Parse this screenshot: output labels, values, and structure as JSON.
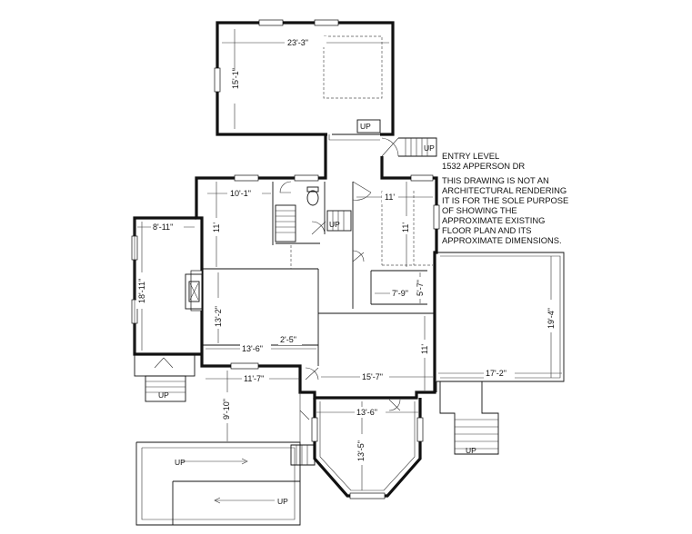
{
  "title_block": {
    "level": "ENTRY LEVEL",
    "address": "1532 APPERSON DR",
    "note_lines": [
      "THIS DRAWING IS NOT AN",
      "ARCHITECTURAL RENDERING",
      "IT IS FOR THE SOLE PURPOSE",
      "OF SHOWING THE",
      "APPROXIMATE EXISTING",
      "FLOOR PLAN AND ITS",
      "APPROXIMATE DIMENSIONS."
    ]
  },
  "dimensions": {
    "top_room_width": "23'-3\"",
    "top_room_depth": "15'-1\"",
    "room_a_width": "10'-1\"",
    "room_a_depth": "11'",
    "room_b_width": "11'",
    "room_b_depth": "11'",
    "porch_width": "8'-11\"",
    "porch_depth": "18'-11\"",
    "closet_width": "7'-9\"",
    "closet_depth": "5'-7\"",
    "living_depth": "13'-2\"",
    "living_width": "13'-6\"",
    "hall_width": "2'-5\"",
    "right_deck_depth": "19'-4\"",
    "right_deck_width": "17'-2\"",
    "center_room_depth": "11'",
    "center_room_width": "15'-7\"",
    "front_width": "11'-7\"",
    "front_depth": "9'-10\"",
    "bay_width": "13'-6\"",
    "bay_depth": "13'-5\""
  },
  "stairs": {
    "label": "UP"
  }
}
